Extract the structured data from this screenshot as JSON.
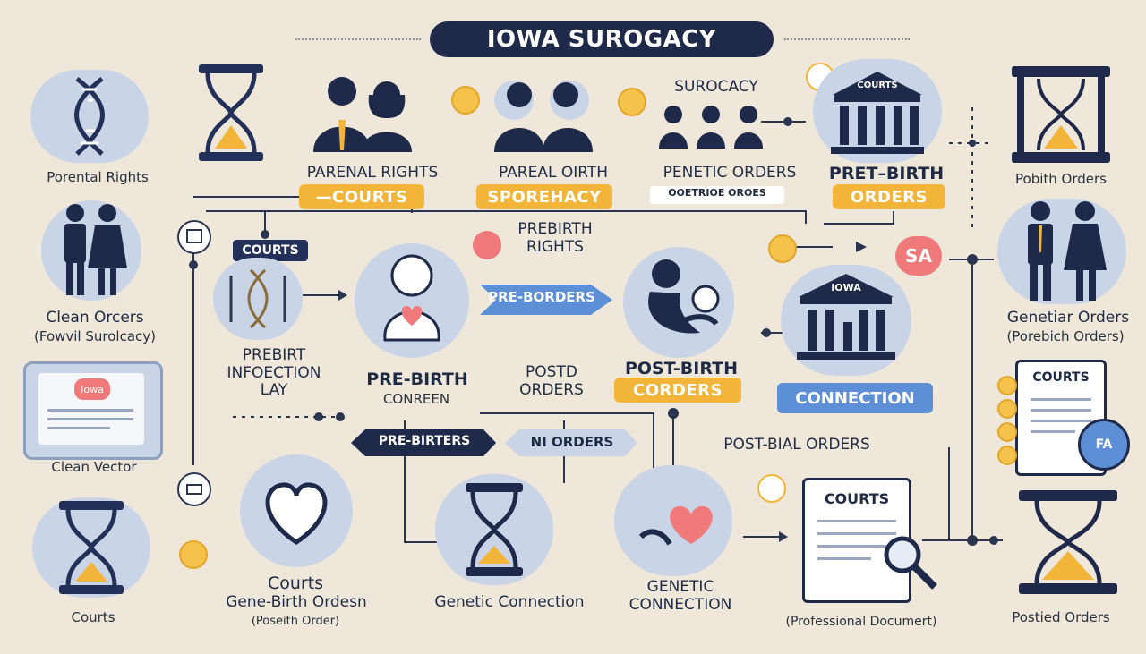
{
  "title": "IOWA SUROGACY",
  "labels": {
    "parental_rights_left": "Porental Rights",
    "clean_orders": "Clean Orcers",
    "fowvil_surogacy": "(Fowvil Surolcacy)",
    "clean_vector": "Clean Vector",
    "courts_bottom_left": "Courts",
    "courts_badge": "COURTS",
    "prebirt_infoection": "PREBIRT\nINFOECTION\nLAY",
    "parenal_rights": "PARENAL RIGHTS",
    "courts_pill": "—COURTS",
    "pareal_oirth": "PAREAL OIRTH",
    "sporehacy_pill": "SPOREHACY",
    "surocacy": "SUROCACY",
    "penetic_orders": "PENETIC ORDERS",
    "ooetrioe_oroes": "OOETRIOE OROES",
    "pret_birth": "PRET–BIRTH",
    "orders_pill": "ORDERS",
    "courts_building": "COURTS",
    "pobith_orders": "Pobith Orders",
    "prebirth_rights": "PREBIRTH\nRIGHTS",
    "pre_borders": "PRE-BORDERS",
    "pre_birth": "PRE-BIRTH",
    "conreen": "CONREEN",
    "postd_orders": "POSTD\nORDERS",
    "post_birth": "POST-BIRTH",
    "corders_pill": "CORDERS",
    "iowa_building": "IOWA",
    "connection_pill": "CONNECTION",
    "genetiar_orders": "Genetiar Orders",
    "porebich_orders": "(Porebich Orders)",
    "iowa_screen": "Iowa",
    "pre_birters": "PRE-BIRTERS",
    "ni_orders": "NI ORDERS",
    "post_bial_orders": "POST-BIAL ORDERS",
    "courts_doc": "COURTS",
    "courts_center": "Courts",
    "gene_birth_orders": "Gene-Birth Ordesn",
    "poseith_order": "(Poseith Order)",
    "genetic_connection": "Genetic Connection",
    "genetic_connection_caps": "GENETIC\nCONNECTION",
    "professional_document": "(Professional Documert)",
    "postied_orders": "Postied Orders",
    "sa_badge": "SA",
    "courts_right_doc": "COURTS",
    "fa_badge": "FA"
  },
  "colors": {
    "background": "#efe7da",
    "navy": "#1f2a4a",
    "gold": "#f2b53a",
    "blue": "#5d8fd6",
    "circle": "#c9d4e6",
    "pink": "#f07a7a"
  },
  "icons": [
    "dna-icon",
    "hourglass-icon",
    "parents-icon",
    "family-icon",
    "courthouse-icon",
    "baby-icon",
    "heart-icon",
    "document-icon",
    "magnifier-icon",
    "tablet-icon"
  ]
}
